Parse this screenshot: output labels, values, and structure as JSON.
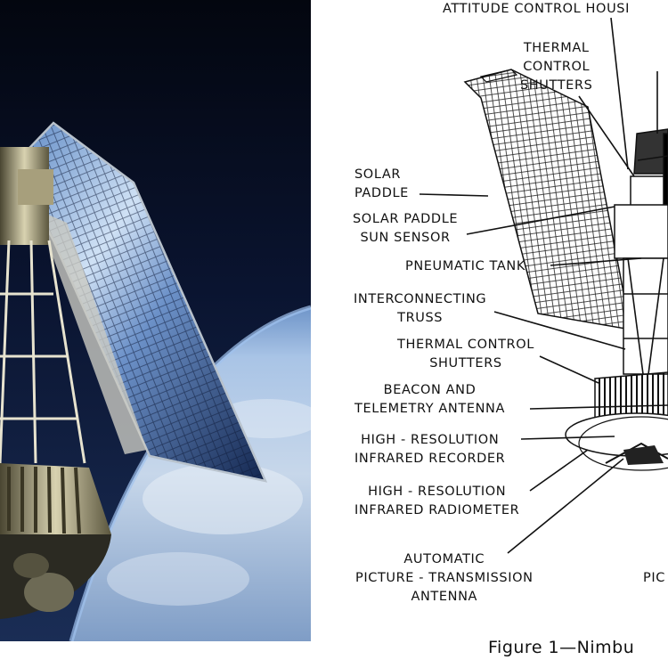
{
  "labels": {
    "attitude_control_housing": "ATTITUDE CONTROL HOUSI",
    "thermal_shutters_top": "THERMAL\nCONTROL\nSHUTTERS",
    "solar_paddle": "SOLAR\nPADDLE",
    "solar_paddle_sun_sensor": "SOLAR PADDLE\nSUN SENSOR",
    "pneumatic_tank": "PNEUMATIC TANK",
    "interconnecting_truss": "INTERCONNECTING\nTRUSS",
    "thermal_shutters_mid": "THERMAL CONTROL\nSHUTTERS",
    "beacon_telemetry_antenna": "BEACON AND\nTELEMETRY ANTENNA",
    "hr_infrared_recorder": "HIGH - RESOLUTION\nINFRARED RECORDER",
    "hr_infrared_radiometer": "HIGH - RESOLUTION\nINFRARED RADIOMETER",
    "apt_antenna": "AUTOMATIC\nPICTURE - TRANSMISSION\nANTENNA",
    "pic_partial": "PIC"
  },
  "caption": "Figure 1—Nimbu"
}
